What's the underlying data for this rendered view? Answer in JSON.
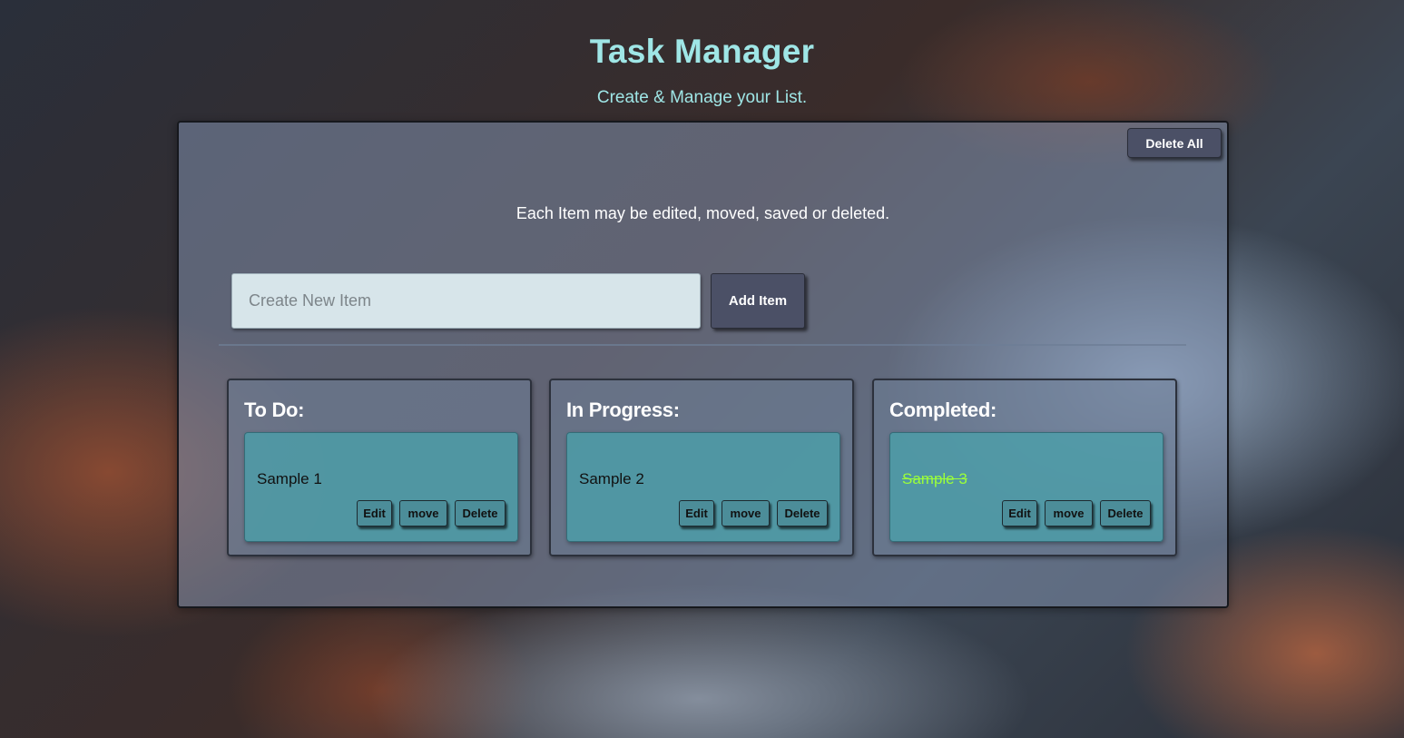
{
  "header": {
    "title": "Task Manager",
    "subtitle": "Create & Manage your List."
  },
  "panel": {
    "delete_all_label": "Delete All",
    "instructions": "Each Item may be edited, moved, saved or deleted.",
    "new_item": {
      "placeholder": "Create New Item",
      "value": "",
      "add_label": "Add Item"
    }
  },
  "columns": [
    {
      "title": "To Do:",
      "items": [
        {
          "text": "Sample 1",
          "completed": false,
          "edit_label": "Edit",
          "move_label": "move",
          "delete_label": "Delete"
        }
      ]
    },
    {
      "title": "In Progress:",
      "items": [
        {
          "text": "Sample 2",
          "completed": false,
          "edit_label": "Edit",
          "move_label": "move",
          "delete_label": "Delete"
        }
      ]
    },
    {
      "title": "Completed:",
      "items": [
        {
          "text": "Sample 3",
          "completed": true,
          "edit_label": "Edit",
          "move_label": "move",
          "delete_label": "Delete"
        }
      ]
    }
  ],
  "colors": {
    "title_accent": "#9fe6e6",
    "completed_text": "#9bff3a",
    "button_bg": "#4b5066",
    "card_bg": "#4aa0aa"
  }
}
